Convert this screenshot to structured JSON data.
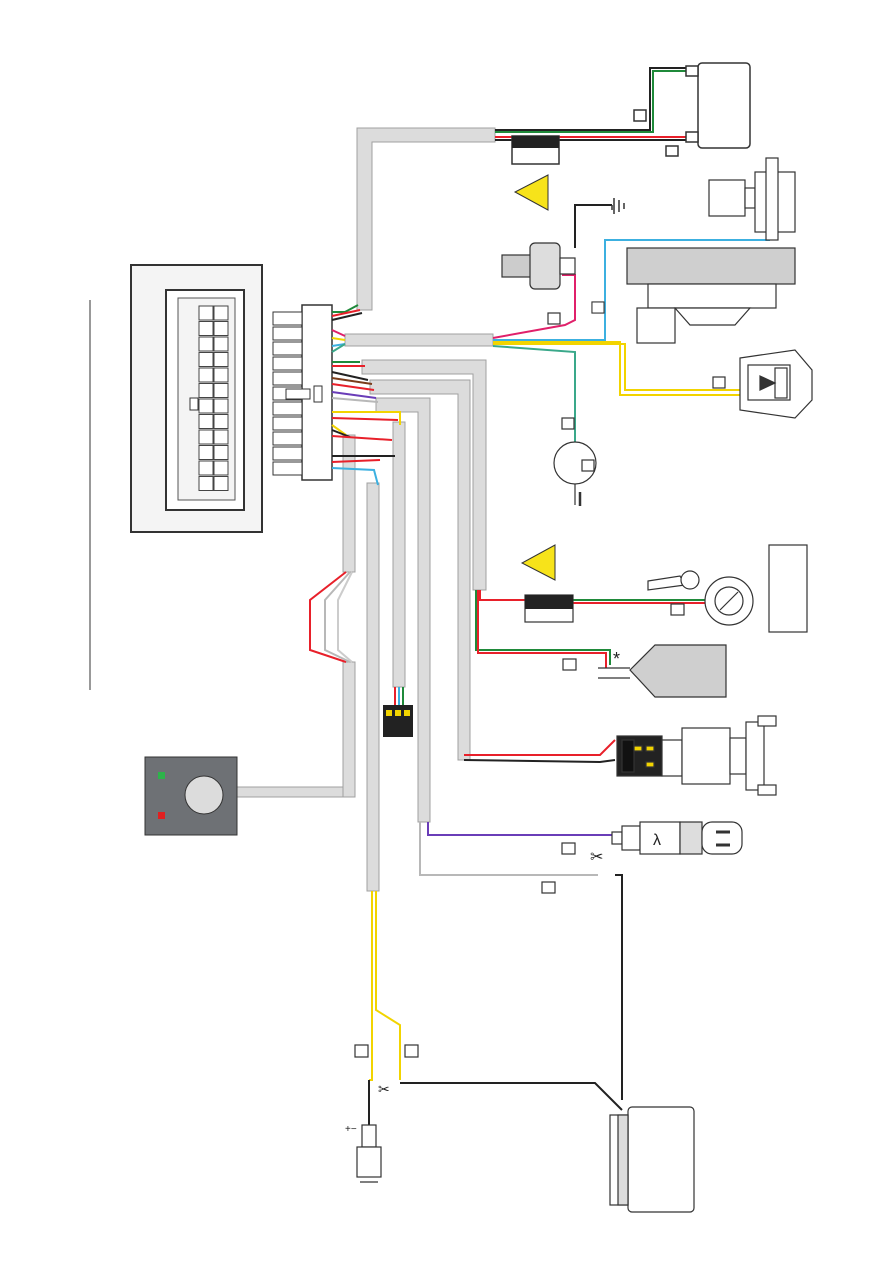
{
  "diagram": {
    "colors": {
      "harness": "#dcdcdc",
      "harness_edge": "#9a9a9a",
      "wire_red": "#e8202a",
      "wire_green": "#1f8a3a",
      "wire_black": "#222222",
      "wire_yellow": "#f2d400",
      "wire_blue": "#3cb0e0",
      "wire_pink": "#e0206a",
      "wire_purple": "#6a3db8",
      "wire_gray": "#b8b8b8",
      "wire_teal": "#3aa88a",
      "warning": "#f7e31a",
      "switch_body": "#6e7175",
      "led_green": "#2db34a",
      "led_red": "#e02020"
    },
    "symbols": {
      "asterisk": "*",
      "lambda": "λ",
      "scissors": "✂",
      "plus_minus": "+−"
    },
    "components": [
      "ecu-connector",
      "pressure-sensor",
      "rail-injectors",
      "map-sensor",
      "temperature-sensor",
      "solenoid-valve",
      "ignition-key",
      "fuel-tank-sensor",
      "level-sensor",
      "lambda-probe",
      "changeover-switch",
      "battery",
      "vehicle-ecu"
    ]
  }
}
